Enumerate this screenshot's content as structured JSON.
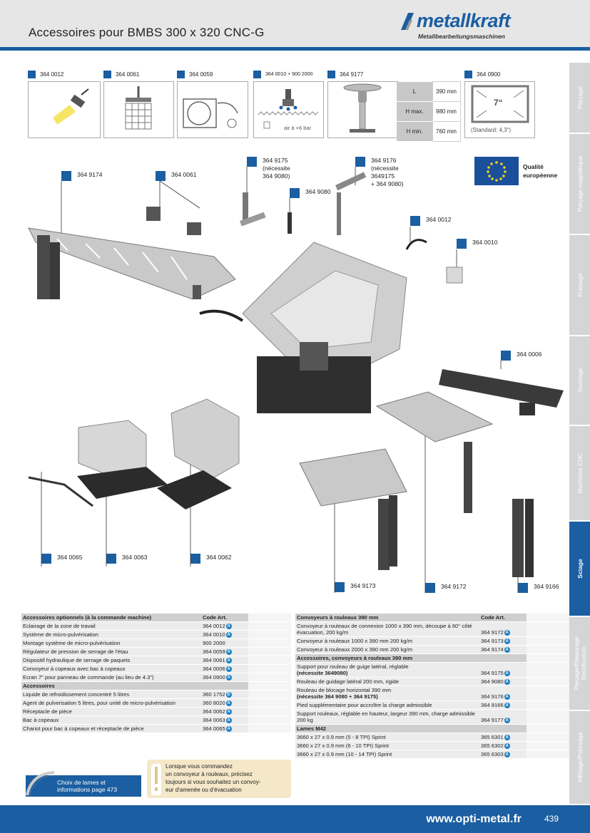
{
  "header": {
    "title": "Accessoires pour BMBS 300 x 320 CNC-G",
    "brand": "metallkraft",
    "brand_sub": "Metallbearbeitungsmaschinen"
  },
  "side_tabs": [
    "Perçage",
    "Perçage magnétique",
    "Fraisage",
    "Tournage",
    "Machines CNC",
    "Sciage",
    "Perçage/Ébavurage Rectification",
    "Affûtage/Polissage"
  ],
  "side_tab_active": "Sciage",
  "accessories_top": [
    {
      "code": "364 0012"
    },
    {
      "code": "364 0061"
    },
    {
      "code": "364 0059"
    },
    {
      "code": "364 0010 + 900 2000",
      "caption": "air à +6 bar"
    },
    {
      "code": "364 9177"
    },
    {
      "code": "364 0900",
      "screen": "7“",
      "caption": "(Standard: 4,3“)"
    }
  ],
  "dimensions": [
    {
      "key": "L",
      "value": "390 mm"
    },
    {
      "key": "H max.",
      "value": "980 mm"
    },
    {
      "key": "H min.",
      "value": "760 mm"
    }
  ],
  "callouts": {
    "c9174": "364 9174",
    "c0061": "364 0061",
    "c9175": [
      "364 9175",
      "(nécessite",
      "364 9080)"
    ],
    "c9080": "364 9080",
    "c9176": [
      "364 9176",
      "(nécessite",
      "3649175",
      "+ 364 9080)"
    ],
    "c0012": "364 0012",
    "c0010": "364 0010",
    "c0006": "364 0006",
    "c0065": "364 0065",
    "c0063": "364 0063",
    "c0062": "364 0062",
    "c9173": "364 9173",
    "c9172": "364 9172",
    "c9166": "364 9166"
  },
  "quality": [
    "Qualité",
    "européenne"
  ],
  "table_left": {
    "header": [
      "Accessoires optionnels (à la commande machine)",
      "Code Art."
    ],
    "rows": [
      {
        "label": "Eclairage de la zone de travail",
        "code": "364 0012",
        "badge": "A"
      },
      {
        "label": "Système de micro-pulvérisation",
        "code": "364 0010",
        "badge": "A"
      },
      {
        "label": "Montage système de micro-pulvérisation",
        "code": "900 2000",
        "badge": ""
      },
      {
        "label": "Régulateur de pression de serrage de l'étau",
        "code": "364 0059",
        "badge": "A"
      },
      {
        "label": "Dispositif hydraulique de serrage de paquets",
        "code": "364 0061",
        "badge": "A"
      },
      {
        "label": "Convoyeur à copeaux avec bac à copeaux",
        "code": "364 0006",
        "badge": "A"
      },
      {
        "label": "Ecran 7\" pour panneau de commande (au lieu de 4.3\")",
        "code": "364 0900",
        "badge": "A"
      }
    ],
    "section2": "Accessoires",
    "rows2": [
      {
        "label": "Liquide de refroidissement concentré 5 litres",
        "code": "360 1752",
        "badge": "D"
      },
      {
        "label": "Agent de pulverisation 5 litres, pour unité de micro-pulvérisation",
        "code": "360 8020",
        "badge": "A"
      },
      {
        "label": "Réceptacle de pièce",
        "code": "364 0062",
        "badge": "A"
      },
      {
        "label": "Bac à copeaux",
        "code": "364 0063",
        "badge": "A"
      },
      {
        "label": "Chariot pour bac à copeaux et réceptacle de pièce",
        "code": "364 0065",
        "badge": "A"
      }
    ]
  },
  "table_right": {
    "header": [
      "Convoyeurs à rouleaux 390 mm",
      "Code Art."
    ],
    "rows": [
      {
        "label": "Convoyeur à rouleaux de connexion 1000 x 390 mm, découpe à 60° côté évacuation, 200 kg/m",
        "code": "364 9172",
        "badge": "A"
      },
      {
        "label": "Convoyeur à rouleaux 1000 x 390 mm 200 kg/m",
        "code": "364 9173",
        "badge": "A"
      },
      {
        "label": "Convoyeur à rouleaux 2000 x 390 mm 200 kg/m",
        "code": "364 9174",
        "badge": "A"
      }
    ],
    "section2": "Accessoires, convoyeurs à rouleaux 390 mm",
    "rows2": [
      {
        "label": "Support pour rouleau de guige latéral, réglable",
        "label_bold": "(nécessite 3649080)",
        "code": "364 9175",
        "badge": "A"
      },
      {
        "label": "Rouleau de guidage latéral 200 mm, rigide",
        "code": "364 9080",
        "badge": "A"
      },
      {
        "label": "Rouleau de blocage horizontal 390 mm",
        "label_bold": "(nécessite 364 9080 + 364 9175)",
        "code": "364 9176",
        "badge": "A"
      },
      {
        "label": "Pied supplémentaire pour accroître la charge admissible",
        "code": "364 9166",
        "badge": "A"
      },
      {
        "label": "Support rouleaux, réglable en hauteur, largeur 390 mm, charge admissible 200 kg",
        "code": "364 9177",
        "badge": "A"
      }
    ],
    "section3": "Lames M42",
    "rows3": [
      {
        "label": "3660 x 27 x 0.9 mm (5 - 8 TPI) Sprint",
        "code": "365 6301",
        "badge": "A"
      },
      {
        "label": "3660 x 27 x 0.9 mm (6 - 10 TPI) Sprint",
        "code": "365 6302",
        "badge": "A"
      },
      {
        "label": "3660 x 27 x 0.9 mm (10 - 14 TPI) Sprint",
        "code": "365 6303",
        "badge": "A"
      }
    ]
  },
  "blades_box": [
    "Choix de lames et",
    "informations page 473"
  ],
  "note_box": [
    "Lorsque vous commandez",
    "un convoyeur à rouleaux, précisez",
    "toujours si vous souhaitez un convoy-",
    "eur d'amenée ou d'évacuation"
  ],
  "footer": {
    "url": "www.opti-metal.fr",
    "page": "439"
  },
  "colors": {
    "primary": "#1b5ea1",
    "badge": "#1b7fc4",
    "grey": "#e6e6e6"
  }
}
